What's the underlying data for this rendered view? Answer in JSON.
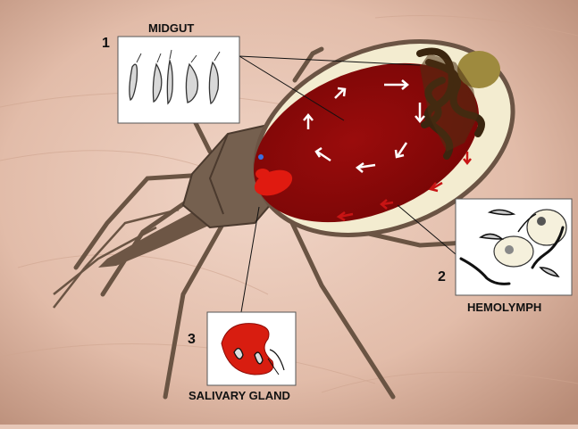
{
  "labels": {
    "midgut": "MIDGUT",
    "hemolymph": "HEMOLYMPH",
    "salivary_gland": "SALIVARY GLAND"
  },
  "numbers": {
    "one": "1",
    "two": "2",
    "three": "3"
  },
  "colors": {
    "skin": "#e6c6b6",
    "insect_brown": "#6b5444",
    "abdomen_cream": "#f3ecd0",
    "midgut_red": "#8c0a0a",
    "flow_arrow_white": "#ffffff",
    "hemolymph_arrow_red": "#c81414",
    "hindgut_brown": "#4a3012",
    "gland_red": "#d81d10"
  },
  "icons": [
    "kissing-bug-insect",
    "trypomastigote-parasites",
    "host-cells-with-parasites",
    "salivary-gland"
  ]
}
